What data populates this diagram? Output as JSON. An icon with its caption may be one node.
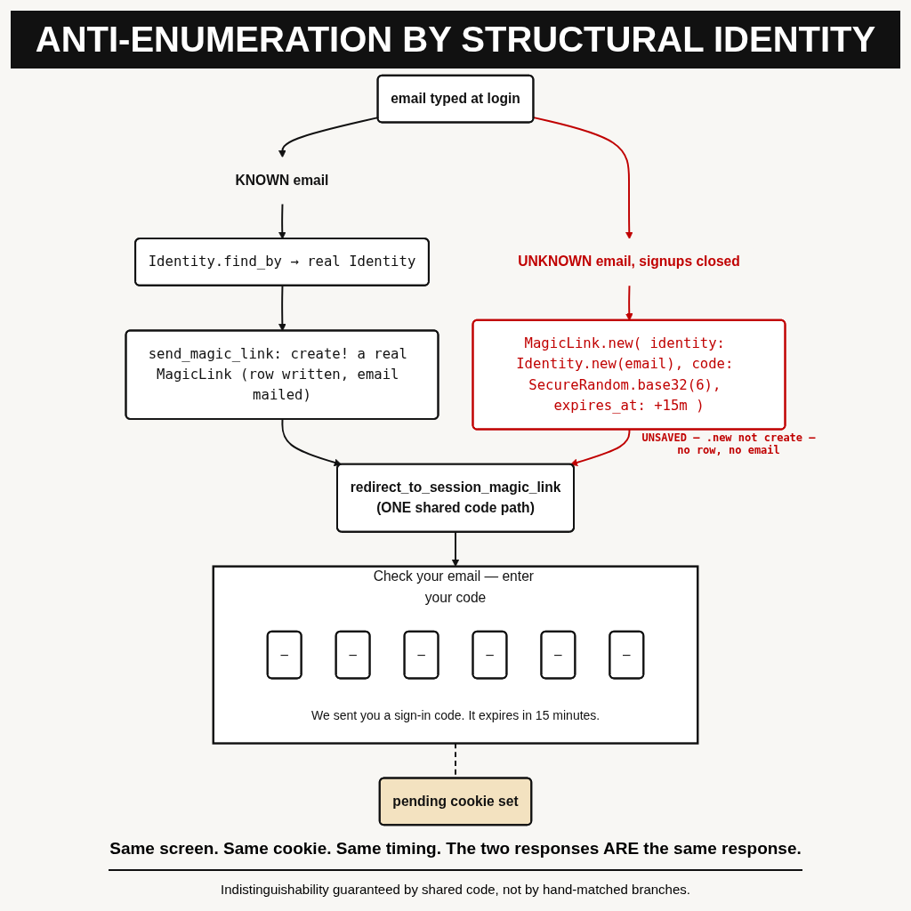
{
  "diagram": {
    "title": "ANTI-ENUMERATION BY STRUCTURAL IDENTITY",
    "nodes": [
      {
        "text": [
          "email typed at login"
        ]
      },
      {
        "text": [
          "KNOWN email"
        ]
      },
      {
        "text": [
          "Identity.find_by → real Identity"
        ]
      },
      {
        "text": [
          "send_magic_link: create! a real MagicLink (row written, email mailed)"
        ]
      },
      {
        "text": [
          "UNKNOWN email, signups closed"
        ]
      },
      {
        "text": [
          "MagicLink.new( identity: Identity.new(email), code: SecureRandom.base32(6), expires_at: +15m )"
        ],
        "beside": [
          "UNSAVED — .new not create — no row, no email"
        ]
      },
      {
        "text": [
          "redirect_to_session_magic_link",
          "(ONE shared code path)"
        ]
      },
      {
        "text": [
          "Check your email — enter your code",
          "We sent you a sign-in code. It expires in 15 minutes."
        ]
      },
      {
        "text": [
          "–"
        ],
        "in": 7
      },
      {
        "text": [
          "–"
        ],
        "in": 7
      },
      {
        "text": [
          "–"
        ],
        "in": 7
      },
      {
        "text": [
          "–"
        ],
        "in": 7
      },
      {
        "text": [
          "–"
        ],
        "in": 7
      },
      {
        "text": [
          "–"
        ],
        "in": 7
      },
      {
        "text": [
          "pending cookie set"
        ]
      }
    ],
    "edges": [
      {
        "from": 0,
        "to": 1,
        "arrow": "to"
      },
      {
        "from": 0,
        "to": 4,
        "arrow": "to",
        "color": "#c00000"
      },
      {
        "from": 1,
        "to": 2,
        "arrow": "to"
      },
      {
        "from": 2,
        "to": 3,
        "arrow": "to"
      },
      {
        "from": 3,
        "to": 6,
        "arrow": "to"
      },
      {
        "from": 4,
        "to": 5,
        "arrow": "to",
        "color": "#c00000"
      },
      {
        "from": 5,
        "to": 6,
        "arrow": "to",
        "color": "#c00000"
      },
      {
        "from": 6,
        "to": 7,
        "arrow": "to"
      },
      {
        "from": 7,
        "to": 14,
        "arrow": "none",
        "style": "dashed"
      }
    ],
    "labels": [
      "Same screen. Same cookie. Same timing. The two responses ARE the same response."
    ],
    "caption": "Indistinguishability guaranteed by shared code, not by hand-matched branches."
  }
}
